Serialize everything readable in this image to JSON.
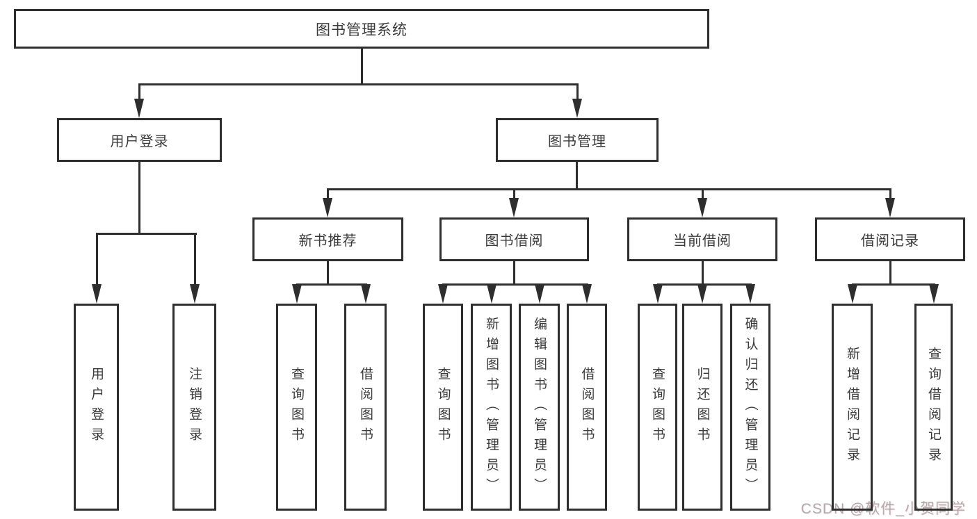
{
  "diagram": {
    "type": "tree",
    "colors": {
      "line": "#2e2e2e",
      "text": "#3a3a3a",
      "box_background": "#ffffff",
      "page_background": "#ffffff",
      "watermark": "#b2abad"
    },
    "nodes": {
      "root": {
        "label": "图书管理系统"
      },
      "level2": [
        {
          "label": "用户登录",
          "parent": "图书管理系统"
        },
        {
          "label": "图书管理",
          "parent": "图书管理系统"
        }
      ],
      "level3": [
        {
          "label": "新书推荐",
          "parent": "图书管理"
        },
        {
          "label": "图书借阅",
          "parent": "图书管理"
        },
        {
          "label": "当前借阅",
          "parent": "图书管理"
        },
        {
          "label": "借阅记录",
          "parent": "图书管理"
        }
      ],
      "leaves": [
        {
          "label": "用户登录",
          "parent": "用户登录"
        },
        {
          "label": "注销登录",
          "parent": "用户登录"
        },
        {
          "label": "查询图书",
          "parent": "新书推荐"
        },
        {
          "label": "借阅图书",
          "parent": "新书推荐"
        },
        {
          "label": "查询图书",
          "parent": "图书借阅"
        },
        {
          "label": "新增图书（管理员）",
          "parent": "图书借阅"
        },
        {
          "label": "编辑图书（管理员）",
          "parent": "图书借阅"
        },
        {
          "label": "借阅图书",
          "parent": "图书借阅"
        },
        {
          "label": "查询图书",
          "parent": "当前借阅"
        },
        {
          "label": "归还图书",
          "parent": "当前借阅"
        },
        {
          "label": "确认归还（管理员）",
          "parent": "当前借阅"
        },
        {
          "label": "新增借阅记录",
          "parent": "借阅记录"
        },
        {
          "label": "查询借阅记录",
          "parent": "借阅记录"
        }
      ]
    },
    "watermark": {
      "text": "CSDN @软件_小贺同学"
    }
  }
}
